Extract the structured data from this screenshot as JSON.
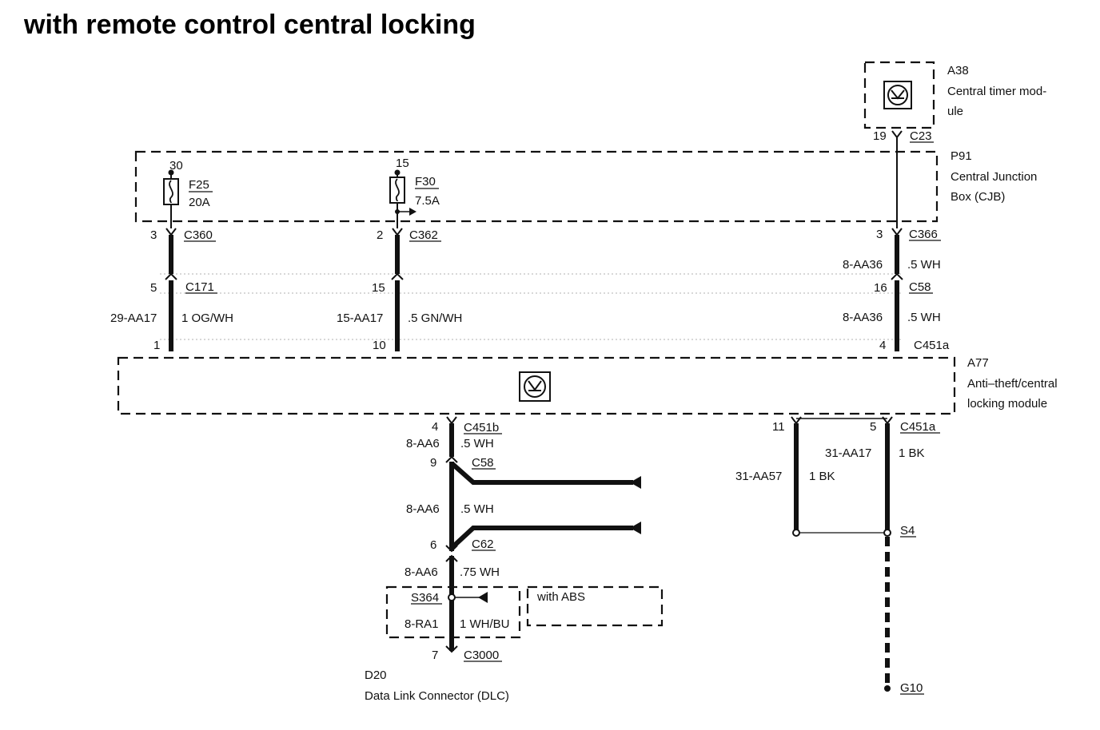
{
  "title": "with remote control central locking",
  "components": {
    "a38": {
      "id": "A38",
      "name_line1": "Central timer mod-",
      "name_line2": "ule"
    },
    "p91": {
      "id": "P91",
      "name_line1": "Central Junction",
      "name_line2": "Box (CJB)"
    },
    "a77": {
      "id": "A77",
      "name_line1": "Anti–theft/central",
      "name_line2": "locking module"
    },
    "d20": {
      "id": "D20",
      "name": "Data Link Connector (DLC)"
    },
    "with_abs": "with ABS"
  },
  "fuses": {
    "f25": {
      "id": "F25",
      "rating": "20A",
      "terminal": "30"
    },
    "f30": {
      "id": "F30",
      "rating": "7.5A",
      "terminal": "15"
    }
  },
  "pins": {
    "a38_pin": "19",
    "a38_conn": "C23",
    "c360_pin": "3",
    "c360": "C360",
    "c362_pin": "2",
    "c362": "C362",
    "c366_pin": "3",
    "c366": "C366",
    "c171_pin": "5",
    "c171": "C171",
    "c58_pin_mid": "15",
    "c58_pin_right": "16",
    "c58_right": "C58",
    "c451a_pin1": "1",
    "c451a_pin10": "10",
    "c451a_pin4": "4",
    "c451a_top": "C451a",
    "c451b_pin": "4",
    "c451b": "C451b",
    "c58_low_pin": "9",
    "c58_low": "C58",
    "c62_pin": "6",
    "c62": "C62",
    "c3000_pin": "7",
    "c3000": "C3000",
    "c451a_pin11": "11",
    "c451a_pin5": "5",
    "c451a_low": "C451a",
    "s4": "S4",
    "s364": "S364",
    "g10": "G10"
  },
  "wires": {
    "w1_code": "29-AA17",
    "w1_spec": "1 OG/WH",
    "w2_code": "15-AA17",
    "w2_spec": ".5 GN/WH",
    "w3_code": "8-AA36",
    "w3_spec": ".5 WH",
    "w4_code": "8-AA36",
    "w4_spec": ".5 WH",
    "w5_code": "8-AA6",
    "w5_spec": ".5 WH",
    "w6_code": "8-AA6",
    "w6_spec": ".5 WH",
    "w7_code": "8-AA6",
    "w7_spec": ".75 WH",
    "w8_code": "8-RA1",
    "w8_spec": "1 WH/BU",
    "w9_code": "31-AA17",
    "w9_spec": "1 BK",
    "w10_code": "31-AA57",
    "w10_spec": "1 BK"
  }
}
